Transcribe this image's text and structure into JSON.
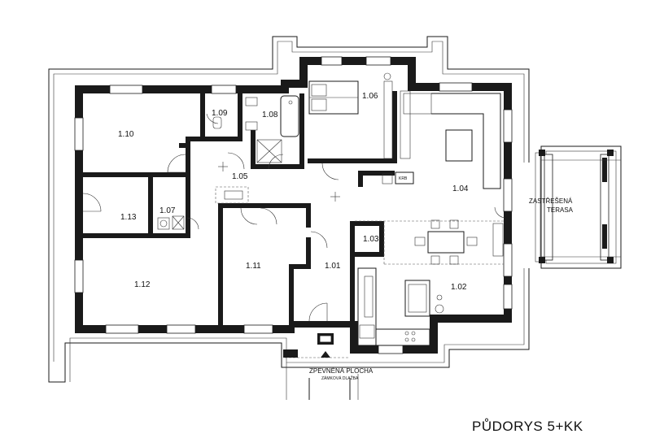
{
  "plan": {
    "title": "PŮDORYS 5+KK",
    "rooms": {
      "r101": "1.01",
      "r102": "1.02",
      "r103": "1.03",
      "r104": "1.04",
      "r105": "1.05",
      "r106": "1.06",
      "r107": "1.07",
      "r108": "1.08",
      "r109": "1.09",
      "r110": "1.10",
      "r111": "1.11",
      "r112": "1.12",
      "r113": "1.13"
    },
    "terrace": {
      "line1": "ZASTŘEŠENÁ",
      "line2": "TERASA"
    },
    "paved": {
      "line1": "ZPEVNĚNÁ PLOCHA",
      "line2": "ZÁMKOVÁ DLAŽBA"
    },
    "fireplace_label": "KRB"
  }
}
